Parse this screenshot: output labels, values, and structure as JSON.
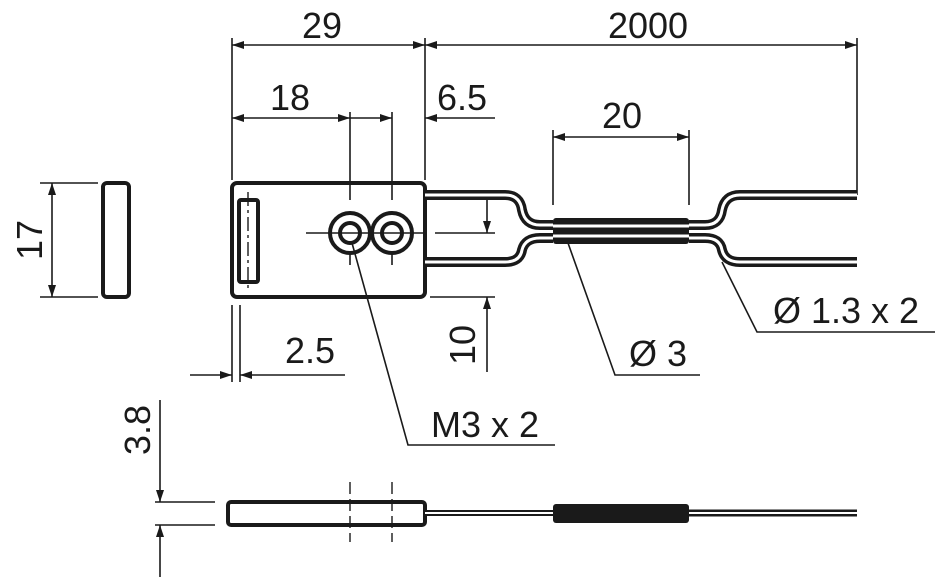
{
  "drawing": {
    "dimensions": {
      "body_length": "29",
      "cable_length": "2000",
      "hole_offset": "18",
      "hole_spacing": "6.5",
      "sleeve_length": "20",
      "height": "17",
      "hole_height": "10",
      "slot_offset": "2.5",
      "thickness": "3.8"
    },
    "callouts": {
      "mounting_holes": "M3 x 2",
      "sleeve_diameter": "Ø 3",
      "wire_diameter": "Ø 1.3 x 2"
    },
    "line_color": "#1a1a1a"
  }
}
